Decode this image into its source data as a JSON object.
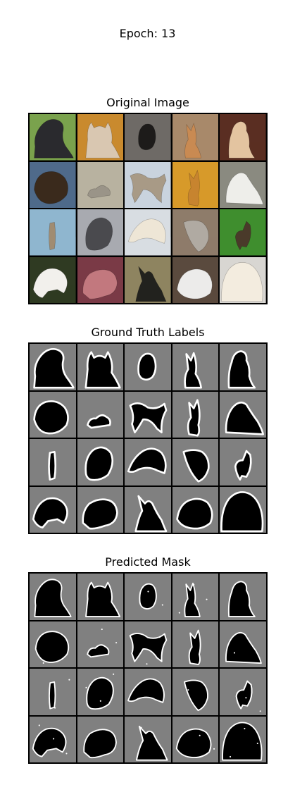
{
  "figure": {
    "suptitle": "Epoch: 13"
  },
  "panels": {
    "original": {
      "title": "Original Image"
    },
    "ground_truth": {
      "title": "Ground Truth Labels"
    },
    "predicted": {
      "title": "Predicted Mask"
    }
  },
  "palette": {
    "mask_background": "#808080",
    "mask_foreground": "#000000",
    "mask_boundary": "#ffffff"
  },
  "photo_tiles": [
    {
      "bg": "#7aa24d",
      "subject": "#2a2a2e",
      "kind": "dog"
    },
    {
      "bg": "#c98a2e",
      "subject": "#d9c7b1",
      "kind": "cat"
    },
    {
      "bg": "#6e6a66",
      "subject": "#1d1b1a",
      "kind": "dog"
    },
    {
      "bg": "#a8896a",
      "subject": "#c98a52",
      "kind": "dog"
    },
    {
      "bg": "#5a2e22",
      "subject": "#e3c4a0",
      "kind": "dog"
    },
    {
      "bg": "#4f6a8a",
      "subject": "#3a2a1c",
      "kind": "dog"
    },
    {
      "bg": "#b8b2a0",
      "subject": "#9a9488",
      "kind": "cat"
    },
    {
      "bg": "#c9d3de",
      "subject": "#a89a86",
      "kind": "cat"
    },
    {
      "bg": "#d79a2a",
      "subject": "#c7842f",
      "kind": "dog"
    },
    {
      "bg": "#8a8a80",
      "subject": "#eeeeea",
      "kind": "dog"
    },
    {
      "bg": "#8fb6cf",
      "subject": "#a08c72",
      "kind": "cat"
    },
    {
      "bg": "#a8aab0",
      "subject": "#4a4a4e",
      "kind": "cat"
    },
    {
      "bg": "#d8dde2",
      "subject": "#eee6d6",
      "kind": "dog"
    },
    {
      "bg": "#8e7c6a",
      "subject": "#b0aaa2",
      "kind": "cat"
    },
    {
      "bg": "#3f8e2e",
      "subject": "#4a3a2a",
      "kind": "dog"
    },
    {
      "bg": "#2f3a22",
      "subject": "#f2f0ec",
      "kind": "dog"
    },
    {
      "bg": "#7a3a46",
      "subject": "#c2787e",
      "kind": "dog"
    },
    {
      "bg": "#8e8460",
      "subject": "#22221e",
      "kind": "dog"
    },
    {
      "bg": "#5a4a3e",
      "subject": "#ecebea",
      "kind": "dog"
    },
    {
      "bg": "#d8d6d2",
      "subject": "#f3ecdf",
      "kind": "dog"
    }
  ]
}
